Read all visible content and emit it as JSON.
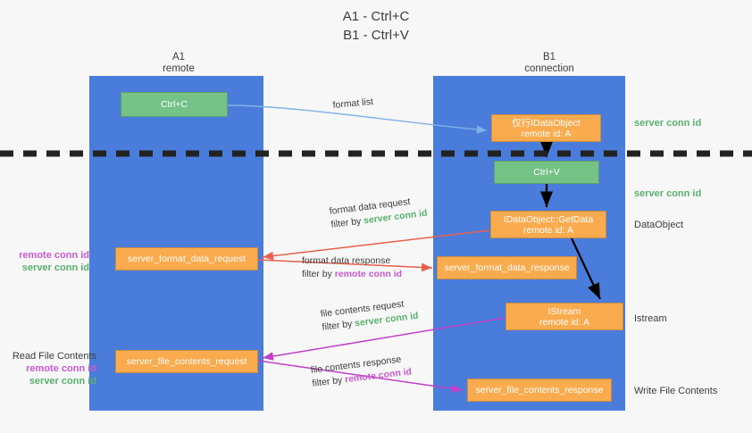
{
  "title": {
    "line1": "A1 - Ctrl+C",
    "line2": "B1 - Ctrl+V"
  },
  "lanes": [
    {
      "id": "A1",
      "name": "A1",
      "sub": "remote",
      "color": "#4a7ddb"
    },
    {
      "id": "B1",
      "name": "B1",
      "sub": "connection",
      "color": "#4a7ddb"
    }
  ],
  "colors": {
    "lane": "#4a7ddb",
    "node_orange": "#f9ab4e",
    "node_green": "#74c286",
    "server_conn": "#58b06e",
    "remote_conn": "#c85ad0",
    "arrow_blue": "#7fb2e8",
    "arrow_red": "#e8604c",
    "arrow_magenta": "#c13fc9",
    "arrow_black": "#000000",
    "divider": "#222222",
    "background": "#f7f7f7"
  },
  "nodes": {
    "ctrl_c": {
      "label": "Ctrl+C",
      "style": "green"
    },
    "idataobject": {
      "line1": "仅行IDataObject",
      "line2": "remote id: A",
      "style": "orange"
    },
    "ctrl_v": {
      "label": "Ctrl+V",
      "style": "green"
    },
    "getdata": {
      "line1": "IDataObject::GetData",
      "line2": "remote id: A",
      "style": "orange"
    },
    "server_format_data_request": {
      "label": "server_format_data_request",
      "style": "orange"
    },
    "server_format_data_response": {
      "label": "server_format_data_response",
      "style": "orange"
    },
    "istream": {
      "line1": "IStream",
      "line2": "remote id: A",
      "style": "orange"
    },
    "server_file_contents_request": {
      "label": "server_file_contents_request",
      "style": "orange"
    },
    "server_file_contents_response": {
      "label": "server_file_contents_response",
      "style": "orange"
    }
  },
  "edge_labels": {
    "format_list": "format list",
    "format_data_request": "format data request",
    "format_data_response": "format data response",
    "file_contents_request": "file contents request",
    "file_contents_response": "file contents response",
    "filter_by": "filter by",
    "server_conn_id": "server conn id",
    "remote_conn_id": "remote conn id"
  },
  "side_labels": {
    "server_conn_id_top": "server conn id",
    "server_conn_id_mid": "server conn id",
    "dataobject": "DataObject",
    "istream": "Istream",
    "write_file_contents": "Write File Contents",
    "read_file_contents": "Read File Contents",
    "remote_conn_id": "remote conn id",
    "server_conn_id": "server conn id"
  }
}
